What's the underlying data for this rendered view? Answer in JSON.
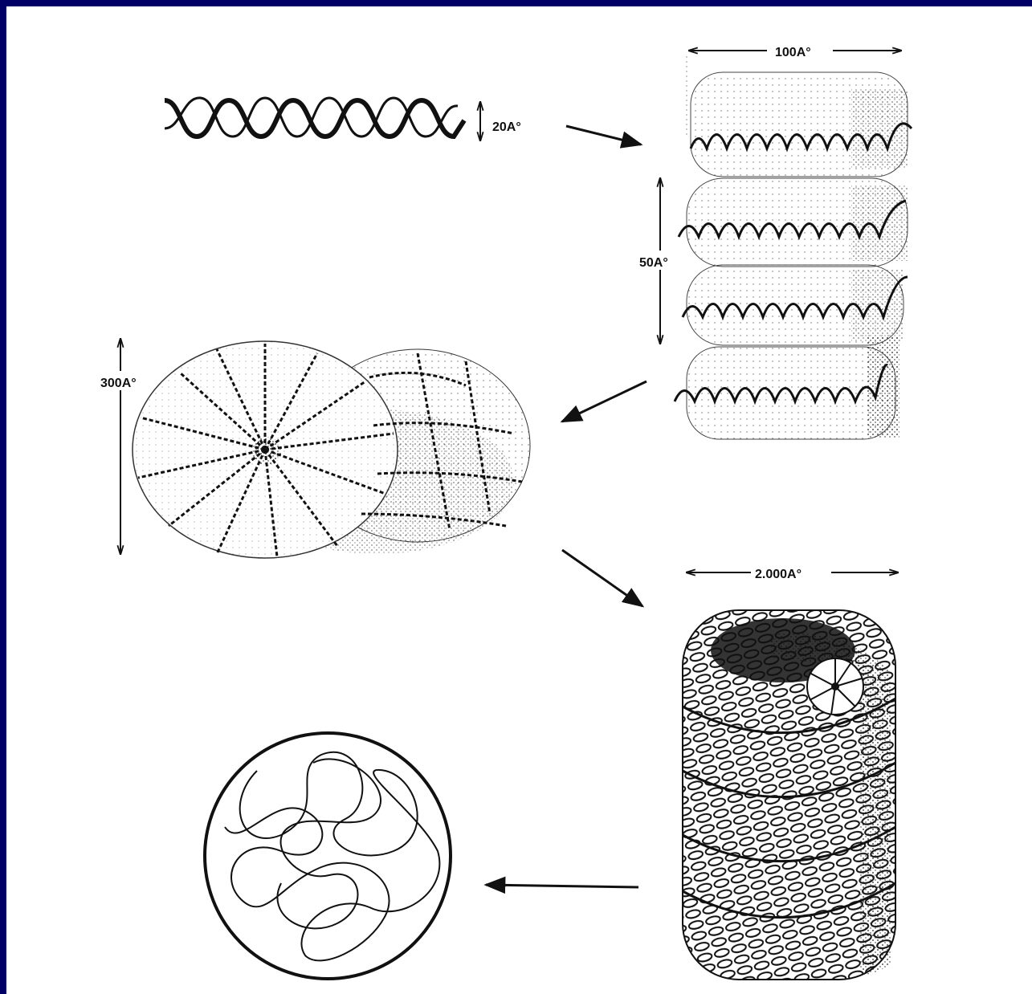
{
  "colors": {
    "frame": "#000066",
    "paper": "#ffffff",
    "ink": "#111111"
  },
  "labels": {
    "dna_width": "20A°",
    "nucleosome_width": "100A°",
    "nucleosome_spacing": "50A°",
    "solenoid_diameter": "300A°",
    "supercoil_width": "2.000A°"
  },
  "icons": [
    "double-helix-icon",
    "nucleosome-fiber-icon",
    "solenoid-icon",
    "coiled-loop-icon",
    "chromatin-ball-icon",
    "arrow-icon"
  ]
}
